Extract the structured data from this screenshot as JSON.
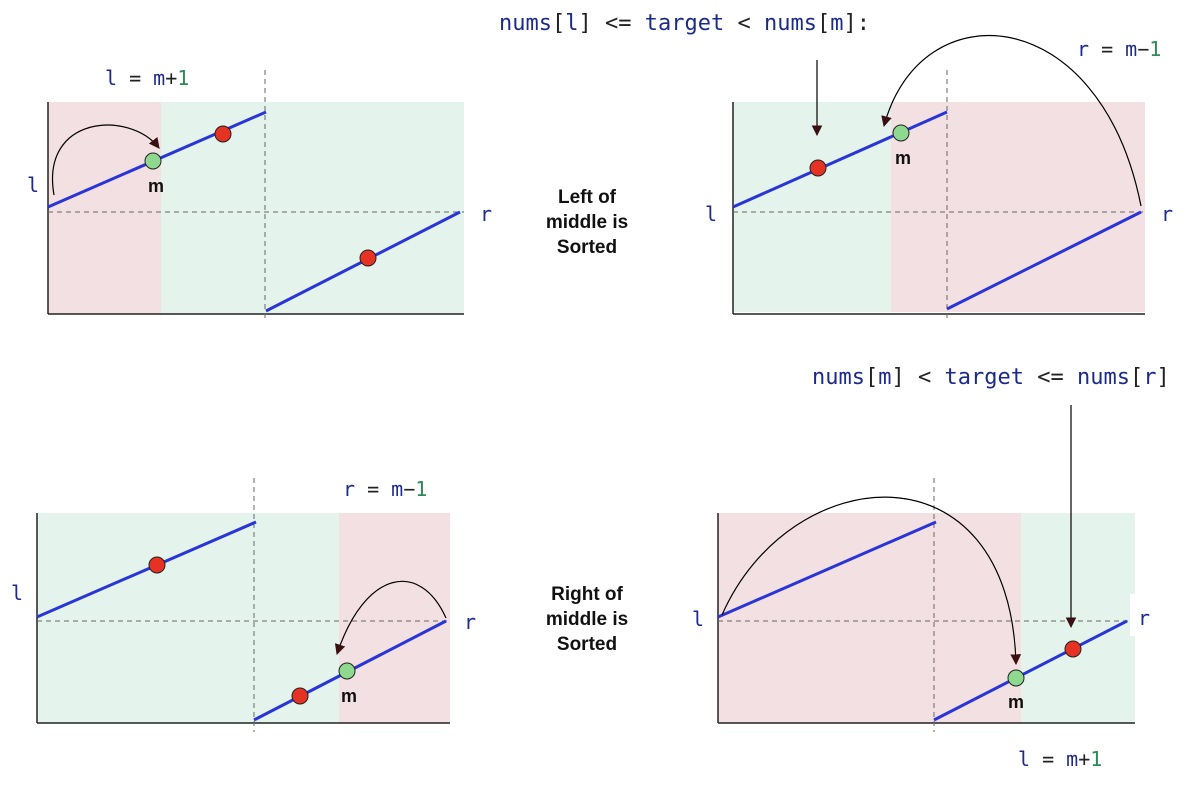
{
  "colors": {
    "pink_region": "#f3e0e2",
    "green_region": "#e4f4ec",
    "segment": "#2a35d8",
    "point_red": "#e53222",
    "point_green": "#8fd88f",
    "code_blue": "#1c2a8c",
    "code_green": "#2e8b57"
  },
  "captions": {
    "left_sorted": [
      "Left of",
      "middle is",
      "Sorted"
    ],
    "right_sorted": [
      "Right of",
      "middle is",
      "Sorted"
    ]
  },
  "conditions": {
    "top": {
      "kw1": "nums",
      "b1": "[",
      "v1": "l",
      "e1": "]",
      "op1": " <= ",
      "target": "target",
      "op2": " < ",
      "kw2": "nums",
      "b2": "[",
      "v2": "m",
      "e2": "]",
      "colon": ":"
    },
    "bottom": {
      "kw1": "nums",
      "b1": "[",
      "v1": "m",
      "e1": "]",
      "op1": " < ",
      "target": "target",
      "op2": " <= ",
      "kw2": "nums",
      "b2": "[",
      "v2": "r",
      "e2": "]"
    }
  },
  "updates": {
    "p1": {
      "var": "l",
      "eq": " = ",
      "m": "m",
      "op": "+",
      "one": "1"
    },
    "p2": {
      "var": "r",
      "eq": " = ",
      "m": "m",
      "op": "−",
      "one": "1"
    },
    "p3": {
      "var": "r",
      "eq": " = ",
      "m": "m",
      "op": "−",
      "one": "1"
    },
    "p4": {
      "var": "l",
      "eq": " = ",
      "m": "m",
      "op": "+",
      "one": "1"
    }
  },
  "labels": {
    "l": "l",
    "r": "r",
    "m": "m"
  }
}
